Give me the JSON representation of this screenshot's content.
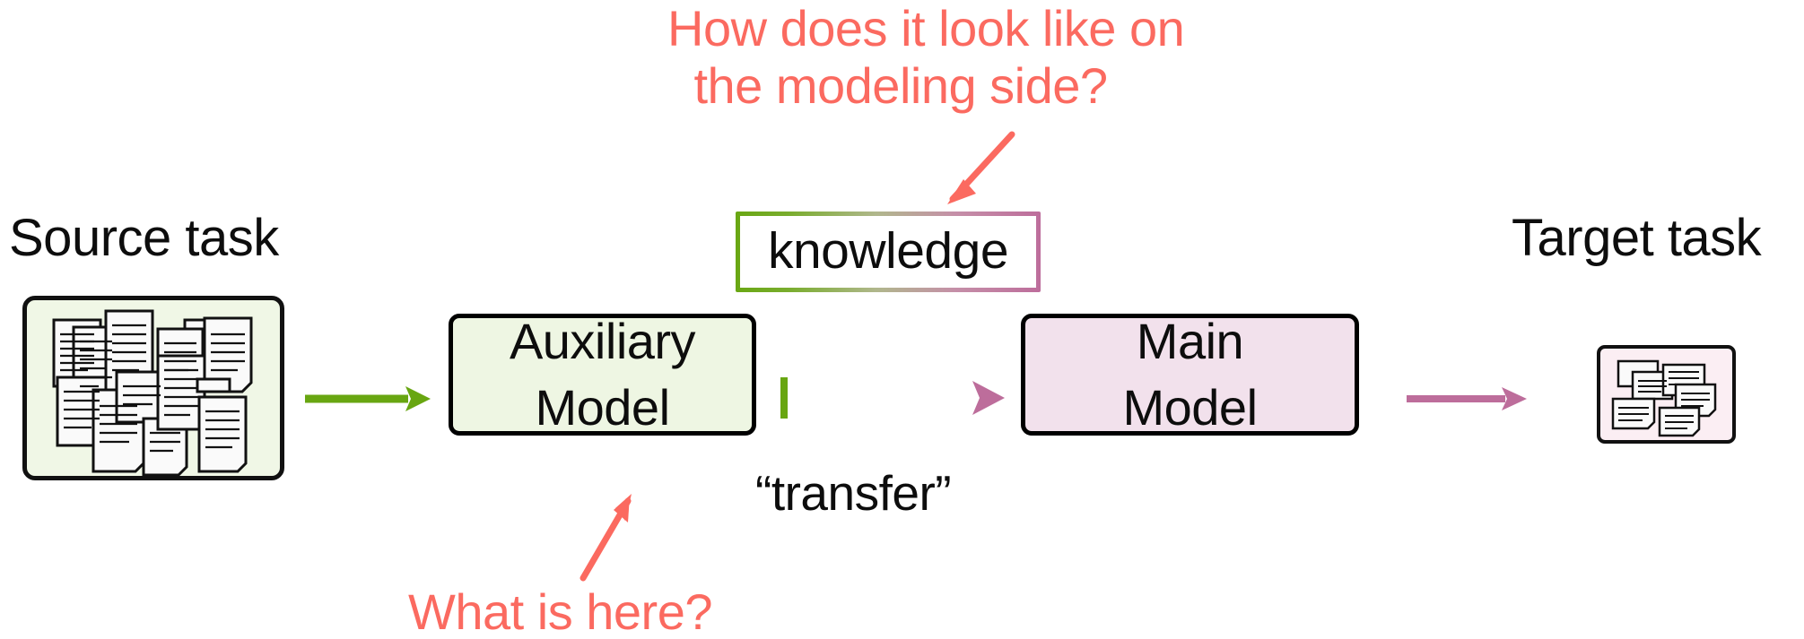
{
  "diagram": {
    "title_text_present": false,
    "background_color": "#ffffff",
    "labels": {
      "source_task": "Source task",
      "target_task": "Target task",
      "knowledge": "knowledge",
      "transfer": "“transfer”"
    },
    "boxes": [
      {
        "id": "auxiliary-model",
        "line1": "Auxiliary",
        "line2": "Model",
        "fill": "#eef6e3",
        "stroke": "#000000"
      },
      {
        "id": "main-model",
        "line1": "Main",
        "line2": "Model",
        "fill": "#f2e1ec",
        "stroke": "#000000"
      }
    ],
    "annotations": [
      {
        "id": "modeling-side-question",
        "line1": "How does it look like on",
        "line2": "the modeling side?",
        "color": "#fb6a60",
        "points_to": "knowledge"
      },
      {
        "id": "what-is-here-question",
        "line1": "What is here?",
        "color": "#fb6a60",
        "points_to": "auxiliary-model"
      }
    ],
    "arrows": [
      {
        "id": "source-to-auxiliary",
        "color": "#68a611",
        "style": "solid"
      },
      {
        "id": "auxiliary-to-main",
        "color_start": "#68a611",
        "color_end": "#bd6d9b",
        "style": "gradient",
        "label": "“transfer”"
      },
      {
        "id": "main-to-target",
        "color": "#bd6d9b",
        "style": "solid"
      }
    ],
    "colors": {
      "green": "#68a611",
      "pink": "#bd6d9b",
      "red_annotation": "#fb6a60",
      "aux_fill": "#eef6e3",
      "main_fill": "#f2e1ec",
      "source_fill": "#f0f7e6",
      "target_fill": "#fbeef3",
      "ink": "#0d0d0d"
    }
  }
}
